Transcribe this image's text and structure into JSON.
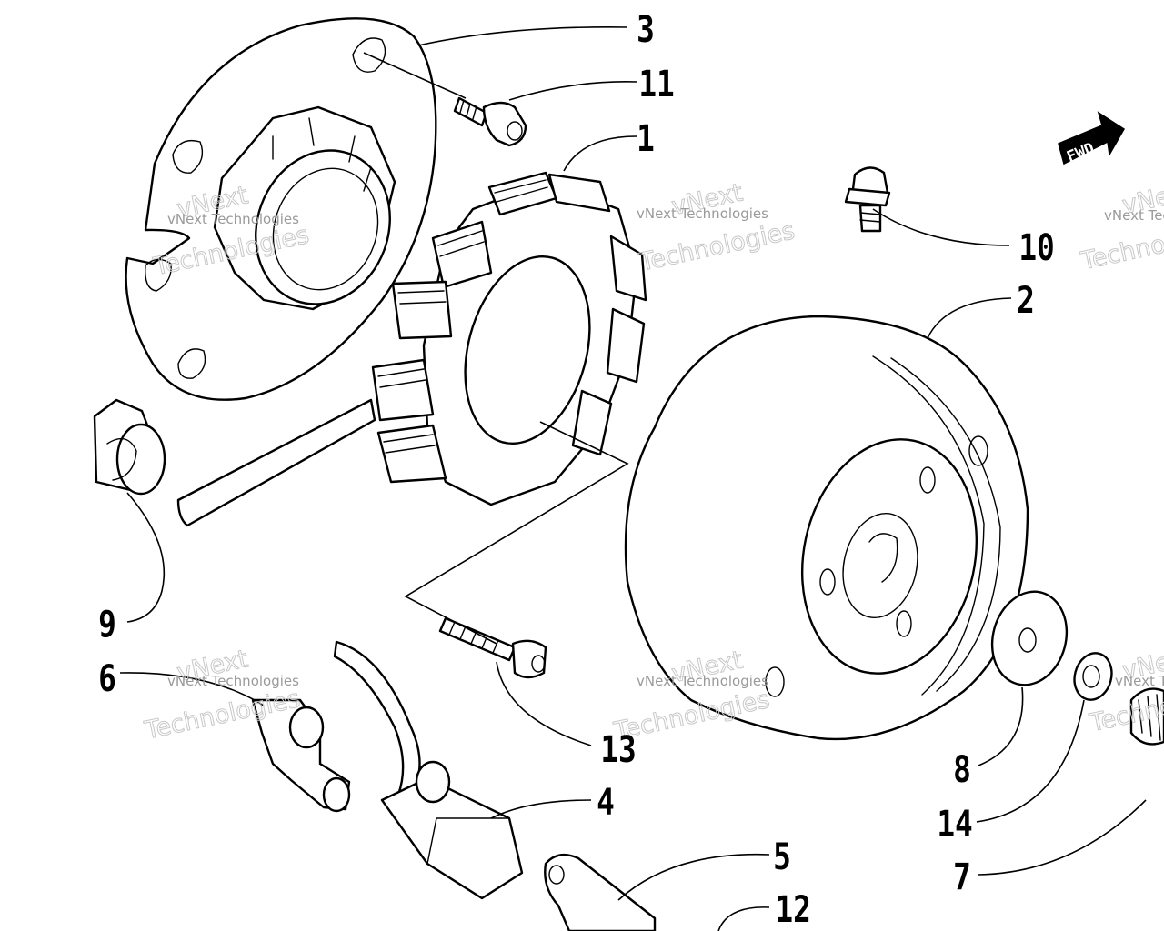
{
  "callouts": [
    "3",
    "11",
    "1",
    "10",
    "2",
    "9",
    "6",
    "13",
    "4",
    "8",
    "14",
    "7",
    "5",
    "12"
  ],
  "watermark": {
    "line1": "vNext Technologies",
    "line2": "vNext",
    "line3": "Technologies"
  },
  "fwd_label": "FWD",
  "colors": {
    "ink": "#000000",
    "paper": "#ffffff",
    "watermark": "#c8c8c8"
  }
}
